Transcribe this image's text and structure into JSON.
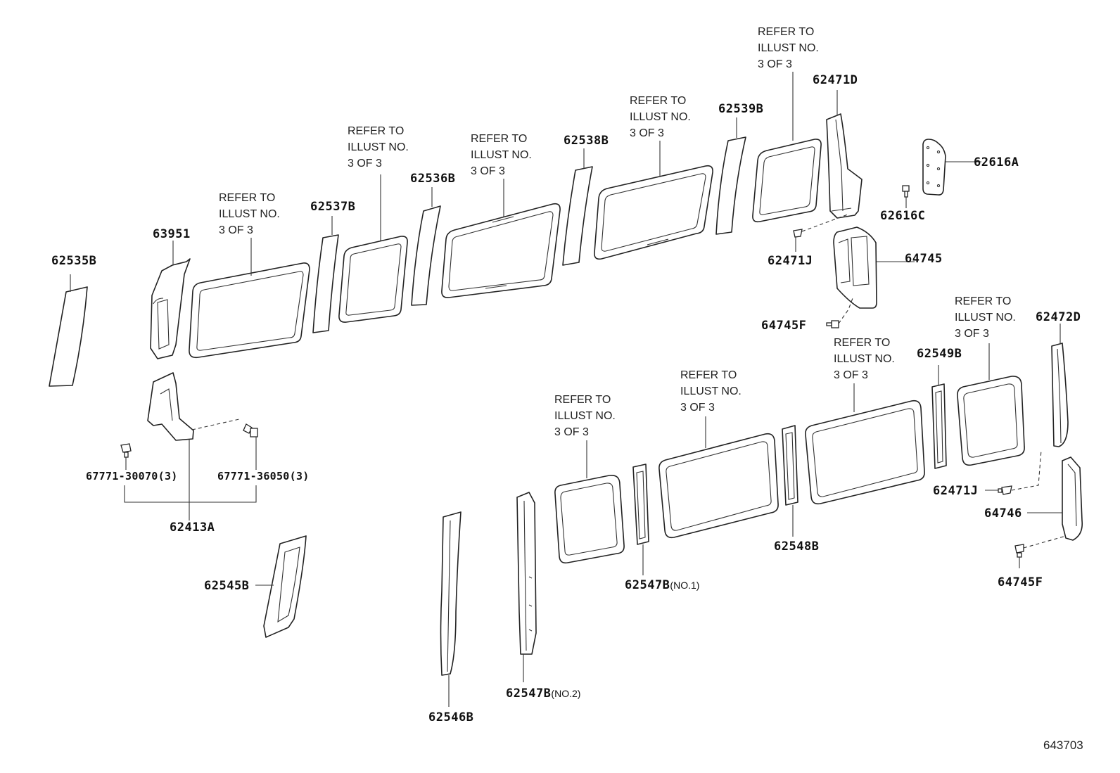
{
  "figure_number": "643703",
  "refer_note_lines": [
    "REFER TO",
    "ILLUST NO.",
    "3 OF 3"
  ],
  "parts": {
    "p62535B": "62535B",
    "p63951": "63951",
    "p62537B": "62537B",
    "p62536B": "62536B",
    "p62538B": "62538B",
    "p62539B": "62539B",
    "p62471D": "62471D",
    "p62616A": "62616A",
    "p62616C": "62616C",
    "p62471J_top": "62471J",
    "p64745": "64745",
    "p64745F_top": "64745F",
    "p62413A": "62413A",
    "p67771_30070": "67771-30070",
    "p67771_30070_qty": "(3)",
    "p67771_36050": "67771-36050",
    "p67771_36050_qty": "(3)",
    "p62545B": "62545B",
    "p62546B": "62546B",
    "p62547B_no2": "62547B",
    "p62547B_no2_suffix": "(NO.2)",
    "p62547B_no1": "62547B",
    "p62547B_no1_suffix": "(NO.1)",
    "p62548B": "62548B",
    "p62549B": "62549B",
    "p62472D": "62472D",
    "p62471J_bottom": "62471J",
    "p64746": "64746",
    "p64745F_bottom": "64745F"
  }
}
